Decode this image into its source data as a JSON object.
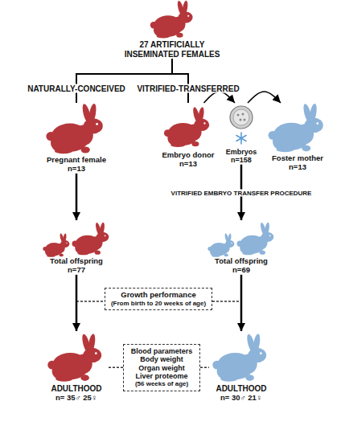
{
  "diagram": {
    "nodes": [
      {
        "text": [
          "27 ARTIFICIALLY INSEMINATED FEMALES"
        ]
      },
      {
        "text": [
          "Pregnant female",
          "n=13"
        ]
      },
      {
        "text": [
          "Embryo donor",
          "n=13"
        ]
      },
      {
        "text": [
          "Embryos",
          "n=158"
        ]
      },
      {
        "text": [
          "Foster mother",
          "n=13"
        ]
      },
      {
        "text": [
          "Total offspring",
          "n=77"
        ]
      },
      {
        "text": [
          "Total offspring",
          "n=69"
        ]
      },
      {
        "text": [
          "Growth performance",
          "(From birth to 20 weeks of age)"
        ]
      },
      {
        "text": [
          "ADULTHOOD",
          "n= 35♂ 25♀"
        ]
      },
      {
        "text": [
          "Blood parameters",
          "Body weight",
          "Organ weight",
          "Liver proteome",
          "(56 weeks of age)"
        ]
      },
      {
        "text": [
          "ADULTHOOD",
          "n= 30♂ 21♀"
        ]
      }
    ],
    "edges": [
      {
        "from": 0,
        "to": 1,
        "arrow": "none",
        "label": "NATURALLY-CONCEIVED"
      },
      {
        "from": 0,
        "to": 2,
        "arrow": "none",
        "label": "VITRIFIED-TRANSFERRED"
      },
      {
        "from": 2,
        "to": 3,
        "arrow": "to"
      },
      {
        "from": 3,
        "to": 4,
        "arrow": "to"
      },
      {
        "from": 1,
        "to": 5,
        "arrow": "to"
      },
      {
        "from": 3,
        "to": 6,
        "arrow": "to",
        "label": "VITRIFIED EMBRYO TRANSFER PROCEDURE"
      },
      {
        "from": 5,
        "to": 8,
        "arrow": "to"
      },
      {
        "from": 6,
        "to": 10,
        "arrow": "to"
      },
      {
        "from": 9,
        "to": 8,
        "arrow": "none"
      },
      {
        "from": 9,
        "to": 10,
        "arrow": "none"
      }
    ]
  }
}
